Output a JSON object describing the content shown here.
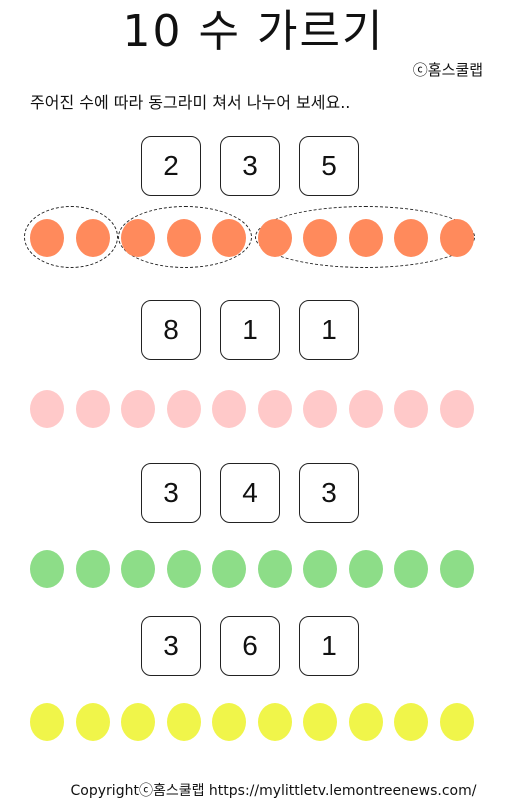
{
  "title": "10 수 가르기",
  "brand": "ⓒ홈스쿨랩",
  "instruction": "주어진 수에 따라 동그라미 쳐서 나누어 보세요..",
  "problems": [
    {
      "numbers": [
        "2",
        "3",
        "5"
      ],
      "dot_color": "#ff8a5c",
      "groups": [
        2,
        3,
        5
      ],
      "solved": true
    },
    {
      "numbers": [
        "8",
        "1",
        "1"
      ],
      "dot_color": "#ffc9c9",
      "groups": [],
      "solved": false
    },
    {
      "numbers": [
        "3",
        "4",
        "3"
      ],
      "dot_color": "#8ddd88",
      "groups": [],
      "solved": false
    },
    {
      "numbers": [
        "3",
        "6",
        "1"
      ],
      "dot_color": "#f0f54a",
      "groups": [],
      "solved": false
    }
  ],
  "dots_per_row": 10,
  "footer": "Copyrightⓒ홈스쿨랩 https://mylittletv.lemontreenews.com/"
}
